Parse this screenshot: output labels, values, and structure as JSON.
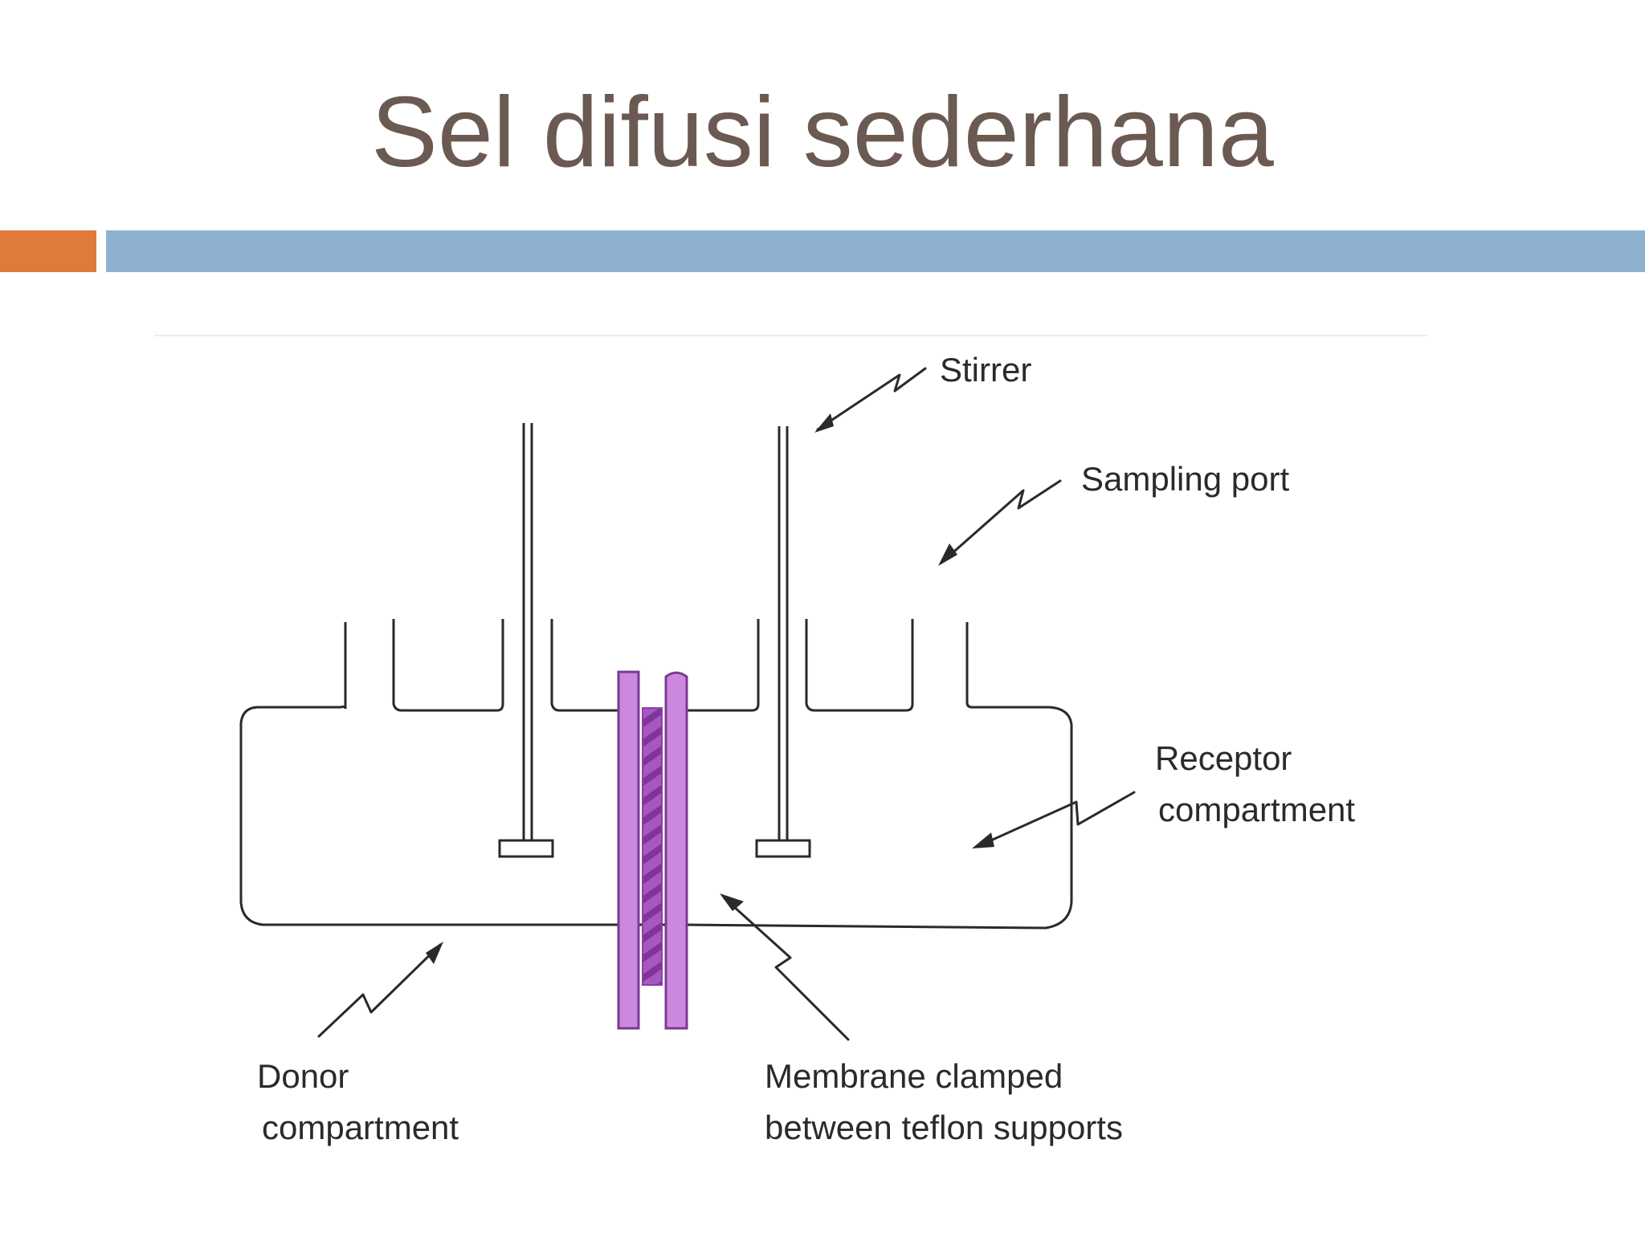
{
  "slide": {
    "title": "Sel difusi sederhana"
  },
  "colors": {
    "title": "#6b5a52",
    "accent_bar": "#e07a3a",
    "main_bar": "#8fb1d0",
    "membrane": "#cc88dd",
    "membrane_dark": "#9a47b4",
    "line": "#2a2a2a"
  },
  "diagram": {
    "labels": {
      "stirrer": "Stirrer",
      "sampling_port": "Sampling port",
      "receptor_line1": "Receptor",
      "receptor_line2": "compartment",
      "donor_line1": "Donor",
      "donor_line2": "compartment",
      "membrane_line1": "Membrane clamped",
      "membrane_line2": "between teflon supports"
    }
  }
}
